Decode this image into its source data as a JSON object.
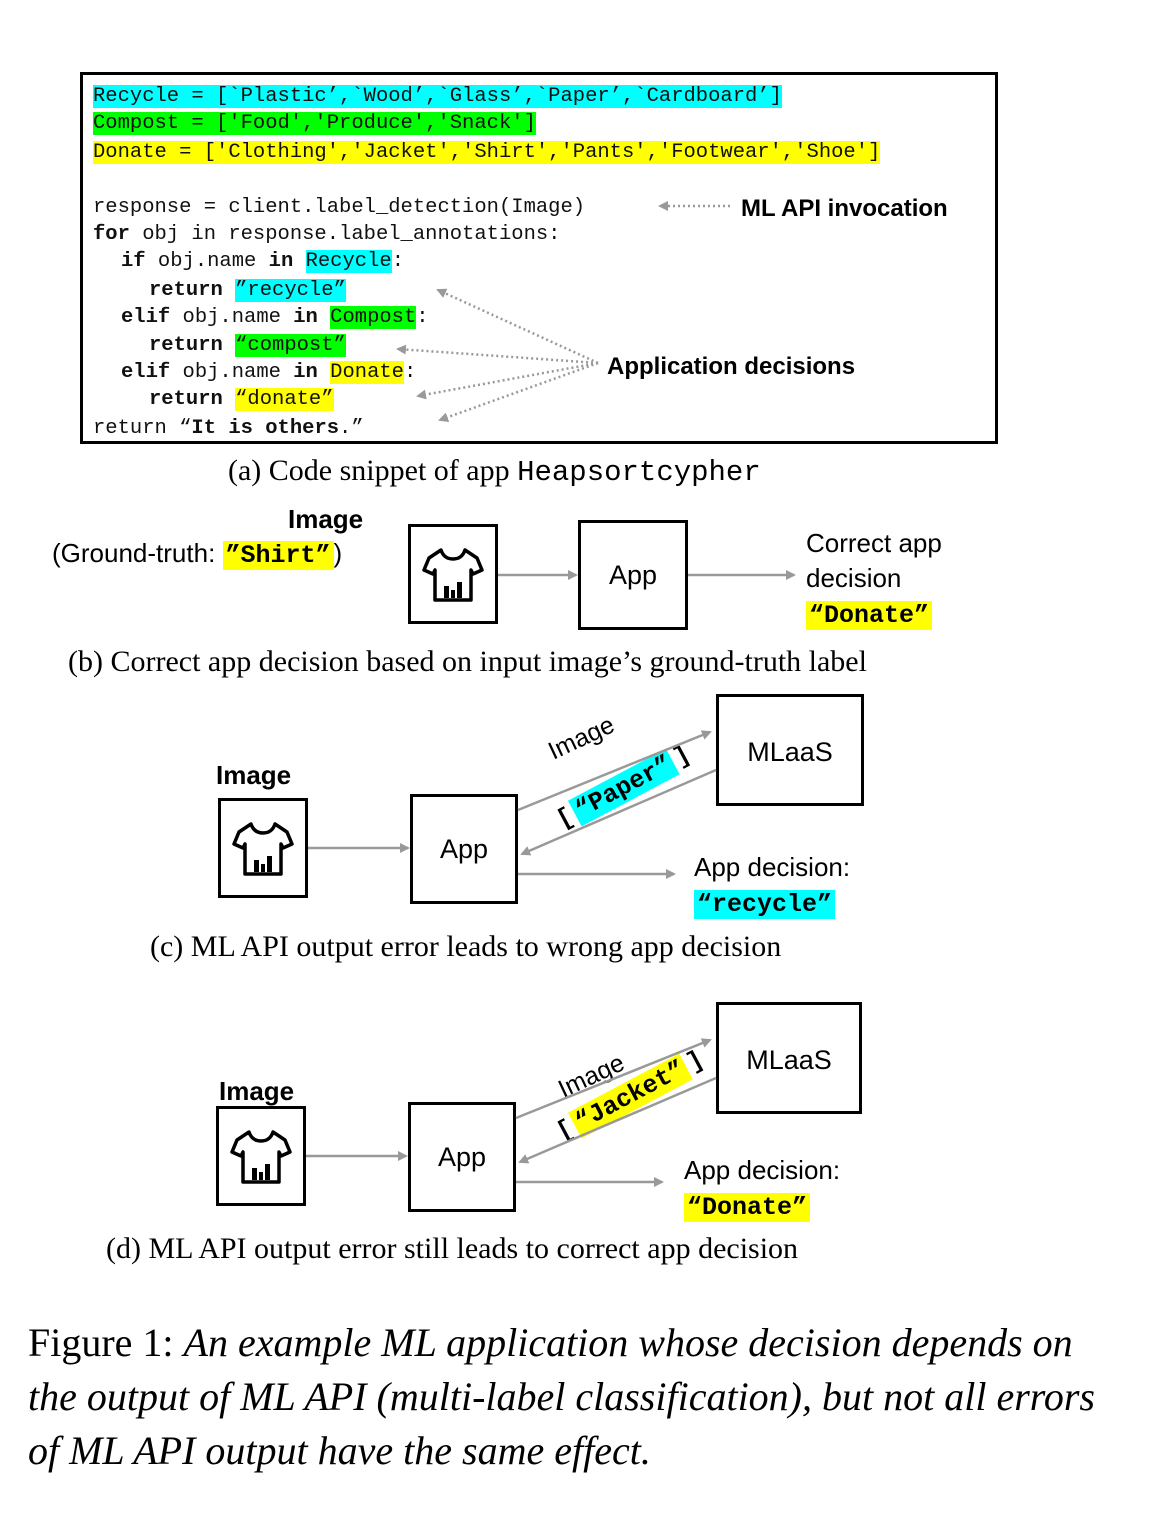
{
  "colors": {
    "cyan": "#00ffff",
    "green": "#00ff00",
    "yellow": "#ffff00",
    "arrow": "#999999"
  },
  "code": {
    "recycle_line": "Recycle = [`Plastic’,`Wood’,`Glass’,`Paper’,`Cardboard’]",
    "compost_line": "Compost = ['Food','Produce','Snack']",
    "donate_line": "Donate = ['Clothing','Jacket','Shirt','Pants','Footwear','Shoe']",
    "response_line": "response = client.label_detection(Image)",
    "for_kw": "for",
    "for_rest": " obj in response.label_annotations:",
    "if_kw": "if",
    "if_mid": " obj.name ",
    "in_kw": "in",
    "recycle_ref": "Recycle",
    "colon": ":",
    "return_kw": "return",
    "ret_recycle": "”recycle”",
    "elif_kw": "elif",
    "compost_ref": "Compost",
    "ret_compost": "“compost”",
    "donate_ref": "Donate",
    "ret_donate": "“donate”",
    "return_plain": "return “",
    "others_bold": "It is others",
    "others_end": ".”",
    "note_invocation": "ML API invocation",
    "note_decisions": "Application decisions"
  },
  "caption_a": {
    "text": "(a) Code snippet of app ",
    "app_name": "Heapsortcypher"
  },
  "panel_b": {
    "image_label": "Image",
    "gt_prefix": "(Ground-truth: ",
    "gt_value": "”Shirt”",
    "gt_suffix": ")",
    "app_label": "App",
    "decision_line1": "Correct app",
    "decision_line2": "decision",
    "decision_value": "“Donate”",
    "caption": "(b) Correct app decision based on input image’s ground-truth label"
  },
  "panel_c": {
    "image_label": "Image",
    "app_label": "App",
    "mlaas_label": "MLaaS",
    "arrow_label": "Image",
    "bracket_open": "[",
    "api_output": "“Paper”",
    "bracket_close": "]",
    "decision_label": "App decision:",
    "decision_value": "“recycle”",
    "caption": "(c) ML API output error leads to wrong app decision"
  },
  "panel_d": {
    "image_label": "Image",
    "app_label": "App",
    "mlaas_label": "MLaaS",
    "arrow_label": "Image",
    "bracket_open": "[",
    "api_output": "“Jacket”",
    "bracket_close": "]",
    "decision_label": "App decision:",
    "decision_value": "“Donate”",
    "caption": "(d) ML API output error still leads to correct app decision"
  },
  "figure_caption": {
    "lead": "Figure 1: ",
    "body": "An example ML application whose decision depends on the output of ML API (multi-label classification), but not all errors of ML API output have the same effect."
  }
}
